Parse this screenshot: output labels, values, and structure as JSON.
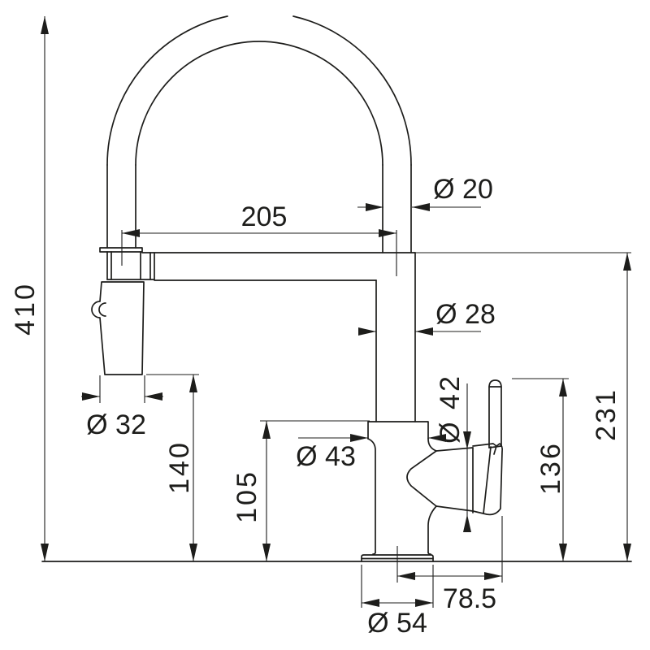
{
  "drawing": {
    "colors": {
      "ink": "#1d1d1b",
      "background": "#ffffff"
    },
    "dimension_labels": {
      "overall_height": "410",
      "spout_reach": "205",
      "hose_diameter": "Ø 20",
      "spout_tube_diameter": "Ø 28",
      "spray_head_diameter": "Ø 32",
      "spray_head_clearance": "140",
      "body_clearance": "105",
      "body_collar_diameter": "Ø 43",
      "valve_body_diameter": "Ø 42",
      "handle_height": "136",
      "spout_top_height": "231",
      "handle_projection": "78.5",
      "base_diameter": "Ø 54"
    }
  }
}
